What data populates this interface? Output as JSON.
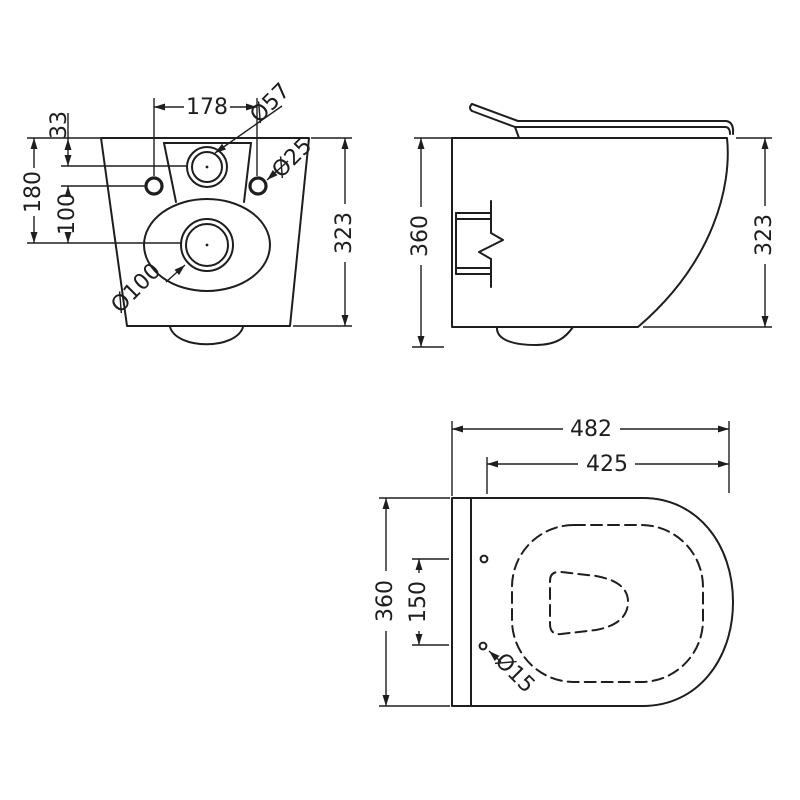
{
  "page": {
    "background": "#ffffff",
    "line_color": "#1e1e1e"
  },
  "drawing": {
    "rear_view": {
      "dims": {
        "seat_hole_centres": "178",
        "seat_hole_dia": "Ø57",
        "fixing_hole_dia": "Ø25",
        "top_to_seat_hole": "33",
        "top_to_outlet": "180",
        "fixing_to_outlet": "100",
        "outlet_dia": "Ø100",
        "overall_height": "323"
      }
    },
    "side_view": {
      "dims": {
        "overall_height": "360",
        "rim_height": "323"
      }
    },
    "plan_view": {
      "dims": {
        "overall_projection": "482",
        "bowl_projection": "425",
        "overall_width": "360",
        "fixing_hole_centres": "150",
        "fixing_hole_dia": "Ø15"
      }
    }
  }
}
